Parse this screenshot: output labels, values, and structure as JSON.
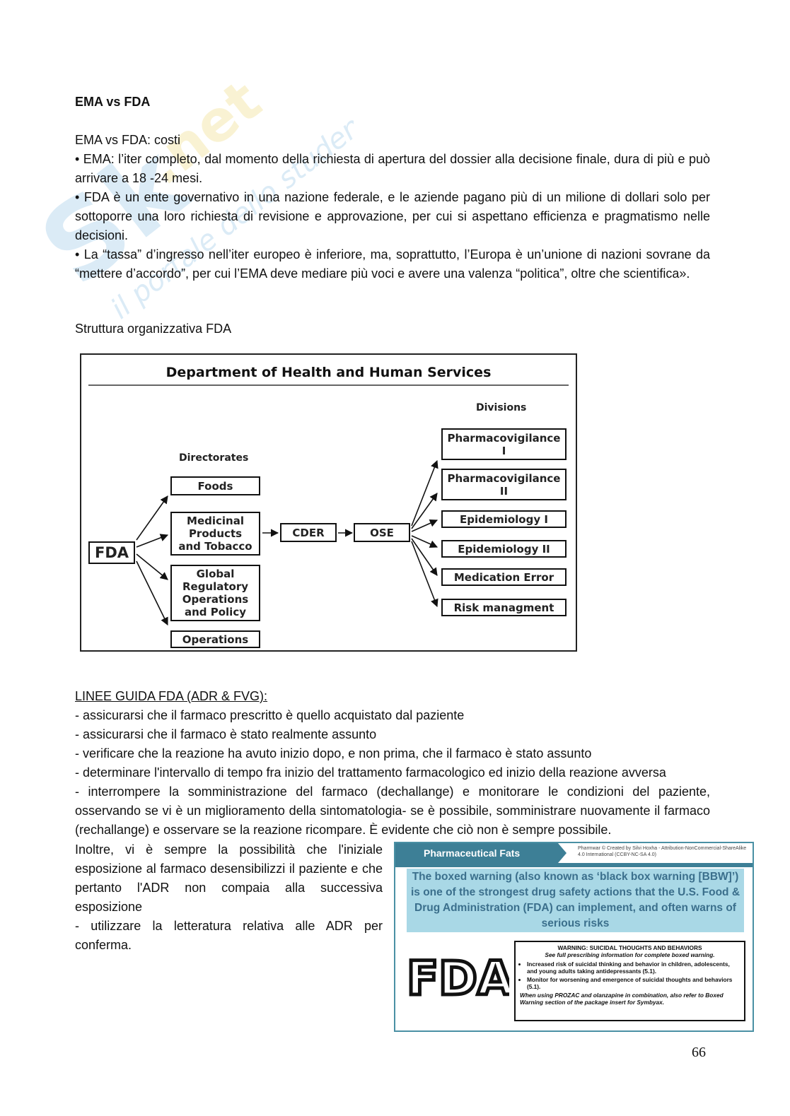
{
  "doc": {
    "title": "EMA vs FDA",
    "section1": {
      "subtitle": "EMA vs FDA: costi",
      "bullets": [
        "• EMA: l’iter completo, dal momento della richiesta di apertura del dossier alla decisione finale, dura di più e può arrivare a 18 -24 mesi.",
        "• FDA è un ente governativo in una nazione federale, e le aziende pagano più di un milione di dollari solo per sottoporre una loro richiesta di revisione e approvazione, per cui si aspettano efficienza e pragmatismo nelle decisioni.",
        "• La “tassa” d’ingresso nell’iter europeo è inferiore, ma, soprattutto, l’Europa è un’unione di nazioni sovrane da “mettere d’accordo”, per cui l’EMA deve mediare più voci e avere una valenza “politica”, oltre che scientifica»."
      ]
    },
    "org_caption": "Struttura organizzativa FDA",
    "org_chart": {
      "title": "Department of Health and Human Services",
      "fda": "FDA",
      "directorates_label": "Directorates",
      "directorates": [
        "Foods",
        "Medicinal Products and Tobacco",
        "Global Regulatory Operations and Policy",
        "Operations"
      ],
      "cder": "CDER",
      "ose": "OSE",
      "divisions_label": "Divisions",
      "divisions": [
        "Pharmacovigilance I",
        "Pharmacovigilance II",
        "Epidemiology I",
        "Epidemiology II",
        "Medication Error",
        "Risk managment"
      ]
    },
    "section2": {
      "title": "LINEE GUIDA FDA (ADR & FVG):",
      "items": [
        "- assicurarsi che il farmaco prescritto è quello acquistato dal paziente",
        "- assicurarsi che il farmaco è stato realmente assunto",
        "- verificare che la reazione ha avuto inizio dopo, e non prima, che il farmaco è stato assunto",
        "- determinare l'intervallo di tempo fra inizio del trattamento farmacologico ed inizio della reazione avversa",
        "- interrompere la somministrazione del farmaco (dechallange) e monitorare le condizioni del paziente, osservando se vi è un miglioramento della sintomatologia- se è possibile, somministrare nuovamente il farmaco (rechallange) e osservare se la reazione ricompare. È evidente che ciò non è sempre possibile."
      ],
      "wrap_items": [
        "Inoltre, vi è sempre la possibilità che l'iniziale esposizione al farmaco desensibilizzi il paziente e che pertanto l'ADR non compaia alla successiva esposizione",
        "- utilizzare la letteratura relativa alle ADR per conferma."
      ]
    },
    "pharma_box": {
      "header": "Pharmaceutical Fats",
      "credit": "Pharmwar © Created by Silvi Hoxha - Attribution-NonCommercial-ShareAlike 4.0 International (CCBY-NC-SA 4.0)",
      "quote": "The boxed warning (also known as ‘black box warning [BBW]’) is one of the strongest drug safety actions that the U.S. Food & Drug Administration (FDA) can implement, and often warns of serious risks",
      "logo_text": "FDA",
      "warning_title": "WARNING: SUICIDAL THOUGHTS AND BEHAVIORS",
      "warning_sub": "See full prescribing information for complete boxed warning.",
      "warning_items": [
        "Increased risk of suicidal thinking and behavior in children, adolescents, and young adults taking antidepressants (5.1).",
        "Monitor for worsening and emergence of suicidal thoughts and behaviors (5.1)."
      ],
      "warning_foot": "When using PROZAC and olanzapine in combination, also refer to Boxed Warning section of the package insert for Symbyax."
    },
    "watermark_text": "Skuola.net il portale dello studente",
    "page_number": "66"
  }
}
